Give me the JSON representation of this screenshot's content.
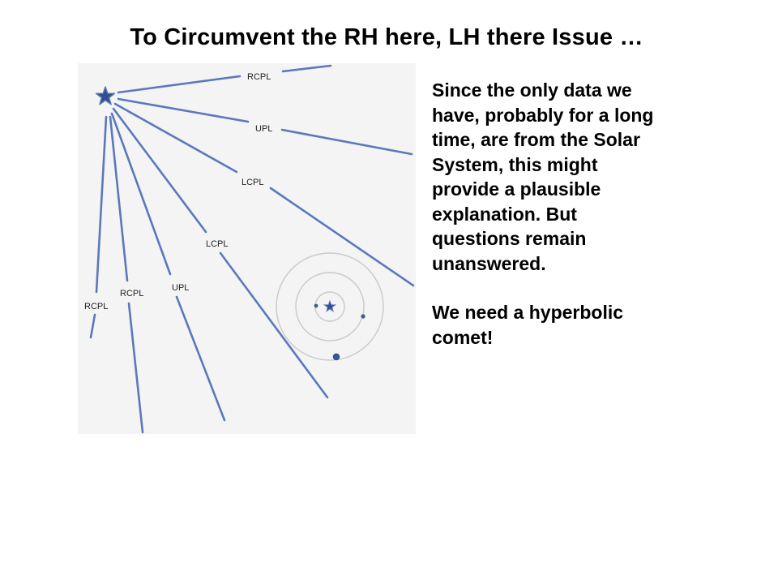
{
  "slide": {
    "title": "To Circumvent the RH here, LH there Issue …",
    "body": {
      "paragraph1": "Since the only data we have, probably for a long time, are from the Solar System, this might provide a plausible explanation. But questions remain unanswered.",
      "paragraph2": "We need a hyperbolic comet!"
    }
  },
  "diagram": {
    "line_labels": {
      "rcpl_top": "RCPL",
      "upl_top": "UPL",
      "lcpl_mid": "LCPL",
      "lcpl_low": "LCPL",
      "upl_low": "UPL",
      "rcpl_low": "RCPL",
      "rcpl_left": "RCPL"
    },
    "icons": {
      "source_star": "star-icon",
      "solar_star": "star-icon"
    },
    "colors": {
      "line": "#5b78bd",
      "orbit": "#c9c9c9",
      "star_fill": "#2f4f8f",
      "planet": "#3a5a9c",
      "panel_bg": "#f4f4f4"
    }
  }
}
